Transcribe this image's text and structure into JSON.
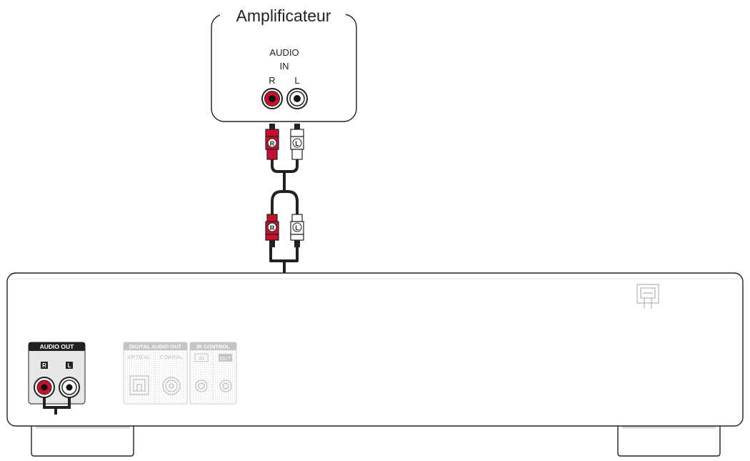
{
  "amplifier": {
    "title": "Amplificateur",
    "input_label_line1": "AUDIO",
    "input_label_line2": "IN",
    "channel_right": "R",
    "channel_left": "L"
  },
  "cable": {
    "plug_right_marker": "R",
    "plug_left_marker": "L"
  },
  "player": {
    "audio_out_label": "AUDIO OUT",
    "audio_out_right": "R",
    "audio_out_left": "L",
    "digital_audio_out_label": "DIGITAL AUDIO OUT",
    "optical_label": "OPTICAL",
    "coaxial_label": "COAXIAL",
    "ir_control_label": "IR CONTROL",
    "ir_in_label": "IN",
    "ir_out_label": "OUT"
  },
  "colors": {
    "line": "#222222",
    "red_connector": "#c8102e",
    "faded": "#c4c4c4",
    "label_bg": "#222222"
  }
}
